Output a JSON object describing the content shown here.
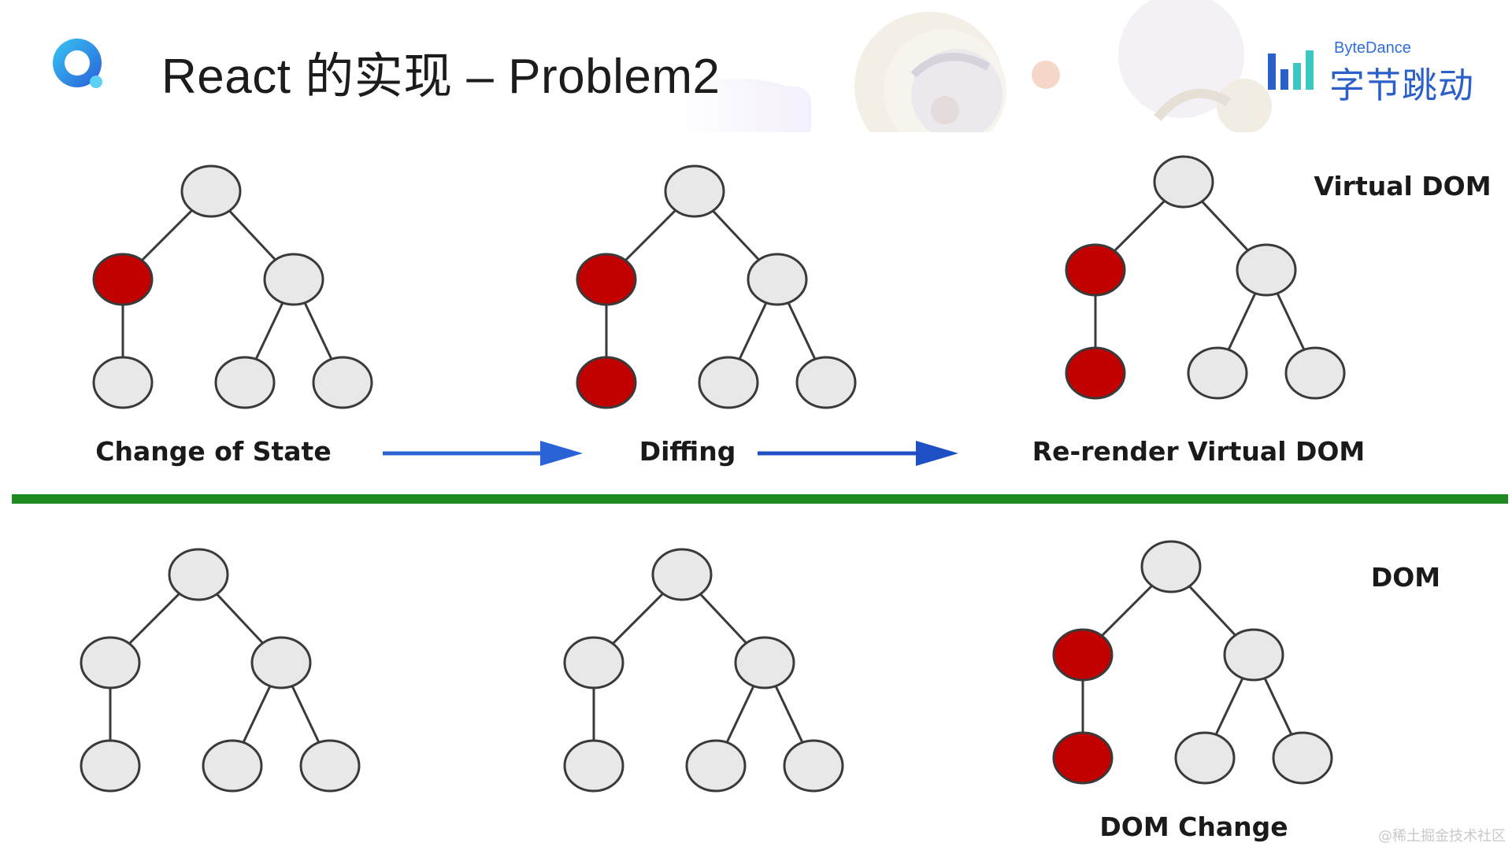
{
  "header": {
    "title": "React 的实现 – Problem2",
    "brand_en": "ByteDance",
    "brand_cn": "字节跳动"
  },
  "diagram": {
    "top_label": "Virtual DOM",
    "bottom_label": "DOM",
    "stages": [
      {
        "caption": "Change of State"
      },
      {
        "caption": "Diffing"
      },
      {
        "caption": "Re-render Virtual DOM"
      }
    ],
    "bottom_caption": "DOM Change",
    "trees": [
      {
        "row": "virtual",
        "stage": 1,
        "highlighted": [
          "left"
        ]
      },
      {
        "row": "virtual",
        "stage": 2,
        "highlighted": [
          "left",
          "left-child"
        ]
      },
      {
        "row": "virtual",
        "stage": 3,
        "highlighted": [
          "left",
          "left-child"
        ]
      },
      {
        "row": "dom",
        "stage": 1,
        "highlighted": []
      },
      {
        "row": "dom",
        "stage": 2,
        "highlighted": []
      },
      {
        "row": "dom",
        "stage": 3,
        "highlighted": [
          "left",
          "left-child"
        ]
      }
    ]
  },
  "colors": {
    "node_default": "#e8e8e8",
    "node_highlight": "#c30000",
    "node_stroke": "#3a3a3a",
    "divider": "#1f8a1f",
    "arrow": "#2a63d6",
    "brand_blue": "#2a60c8",
    "brand_teal": "#3cc8c0"
  },
  "watermark": "@稀土掘金技术社区"
}
